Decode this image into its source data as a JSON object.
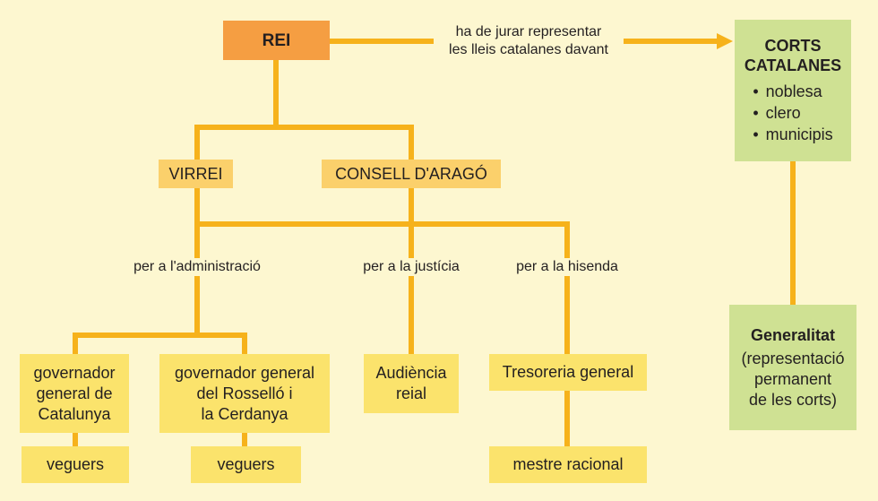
{
  "colors": {
    "line": "#f6b21b",
    "orange_box": "#f59e42",
    "yellow_box": "#fbe36c",
    "light_box": "#fbd06b",
    "green_box": "#cfe193",
    "background": "#fdf7d0"
  },
  "nodes": {
    "rei": "REI",
    "virrei": "VIRREI",
    "consell": "CONSELL D'ARAGÓ",
    "corts": {
      "title_line1": "CORTS",
      "title_line2": "CATALANES",
      "items": [
        "noblesa",
        "clero",
        "municipis"
      ]
    },
    "generalitat": {
      "title": "Generalitat",
      "line1": "(representació",
      "line2": "permanent",
      "line3": "de les corts)"
    },
    "gov_catalunya": {
      "line1": "governador",
      "line2": "general de",
      "line3": "Catalunya"
    },
    "gov_rossello": {
      "line1": "governador general",
      "line2": "del Rosselló i",
      "line3": "la Cerdanya"
    },
    "audiencia": {
      "line1": "Audiència",
      "line2": "reial"
    },
    "tresoreria": "Tresoreria general",
    "veguers_1": "veguers",
    "veguers_2": "veguers",
    "mestre": "mestre racional"
  },
  "labels": {
    "jurar": {
      "line1": "ha de jurar representar",
      "line2": "les lleis catalanes davant"
    },
    "administracio": "per a l'administració",
    "justicia": "per a la justícia",
    "hisenda": "per a la hisenda"
  }
}
